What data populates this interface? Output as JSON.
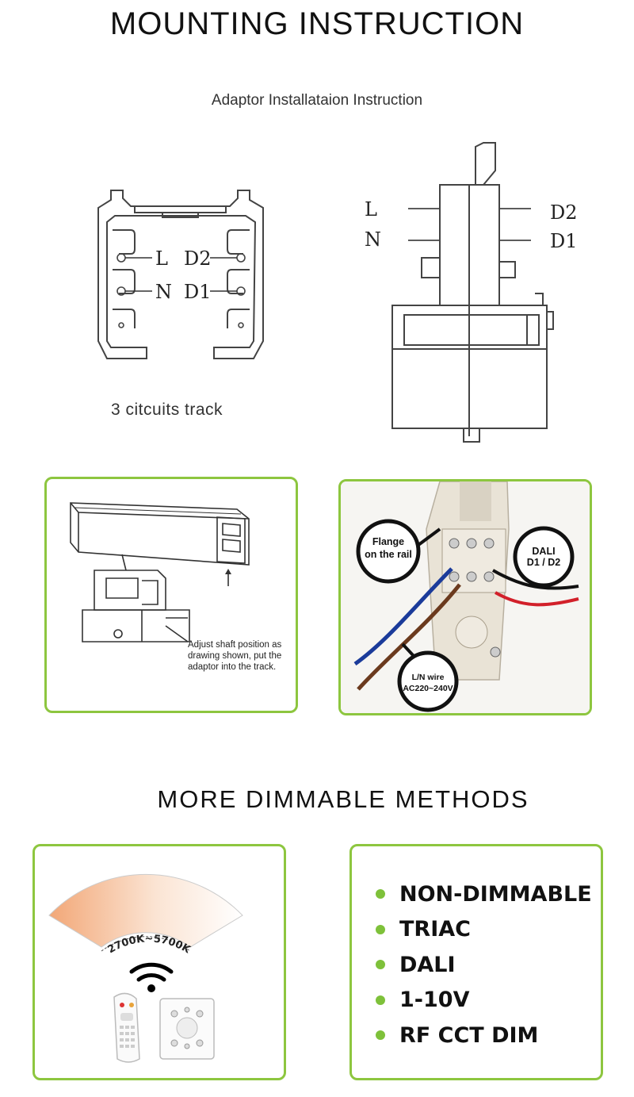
{
  "header": {
    "title": "MOUNTING INSTRUCTION",
    "subtitle": "Adaptor Installataion Instruction"
  },
  "track_diagram": {
    "labels": {
      "l": "L",
      "n": "N",
      "d2": "D2",
      "d1": "D1"
    },
    "caption": "3 citcuits track"
  },
  "adaptor_diagram": {
    "labels": {
      "l": "L",
      "n": "N",
      "d2": "D2",
      "d1": "D1"
    }
  },
  "panel_install": {
    "note_lines": [
      "Adjust shaft position as",
      "drawing shown, put the",
      "adaptor into the track."
    ]
  },
  "panel_wiring": {
    "flange_lines": [
      "Flange",
      "on the rail"
    ],
    "dali_lines": [
      "DALI",
      "D1 / D2"
    ],
    "ln_lines": [
      "L/N wire",
      "AC220~240V"
    ],
    "wire_colors": {
      "blue": "#1b3b9a",
      "brown": "#6b3a1e",
      "black": "#111111",
      "red": "#d2202a"
    }
  },
  "section2": {
    "title": "MORE DIMMABLE METHODS"
  },
  "cct_panel": {
    "range_label": "2700K~5700K",
    "remote_icon": "remote-control",
    "switch_icon": "wall-switch",
    "wifi_icon": "wireless-icon"
  },
  "methods": {
    "items": [
      "NON-DIMMABLE",
      "TRIAC",
      "DALI",
      "1-10V",
      "RF CCT DIM"
    ]
  },
  "colors": {
    "accent_green": "#8dc63f",
    "bullet_green": "#7ec13a"
  }
}
